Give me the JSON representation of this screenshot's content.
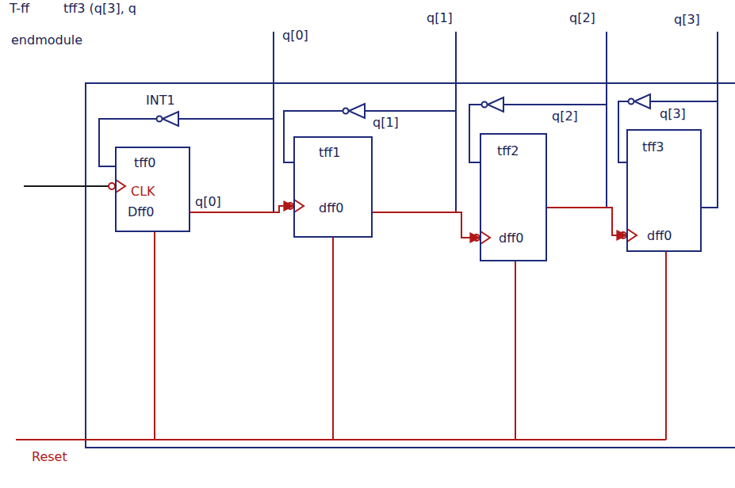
{
  "diagram": {
    "nodes": [
      {
        "text": [
          "tff0",
          "CLK",
          "Dff0"
        ]
      },
      {
        "text": [
          "tff1",
          "dff0"
        ]
      },
      {
        "text": [
          "tff2",
          "dff0"
        ]
      },
      {
        "text": [
          "tff3",
          "dff0"
        ]
      }
    ],
    "edges": [
      {
        "from": 0,
        "to": 1,
        "arrow": "to"
      },
      {
        "from": 1,
        "to": 2,
        "arrow": "to"
      },
      {
        "from": 2,
        "to": 3,
        "arrow": "to"
      }
    ],
    "labels": [
      "T-ff",
      "tff3 (q[3], q",
      "endmodule",
      "q[0]",
      "q[1]",
      "q[2]",
      "q[3]",
      "INT1",
      "q[1]",
      "q[2]",
      "q[3]",
      "q[0]",
      "Reset"
    ]
  }
}
